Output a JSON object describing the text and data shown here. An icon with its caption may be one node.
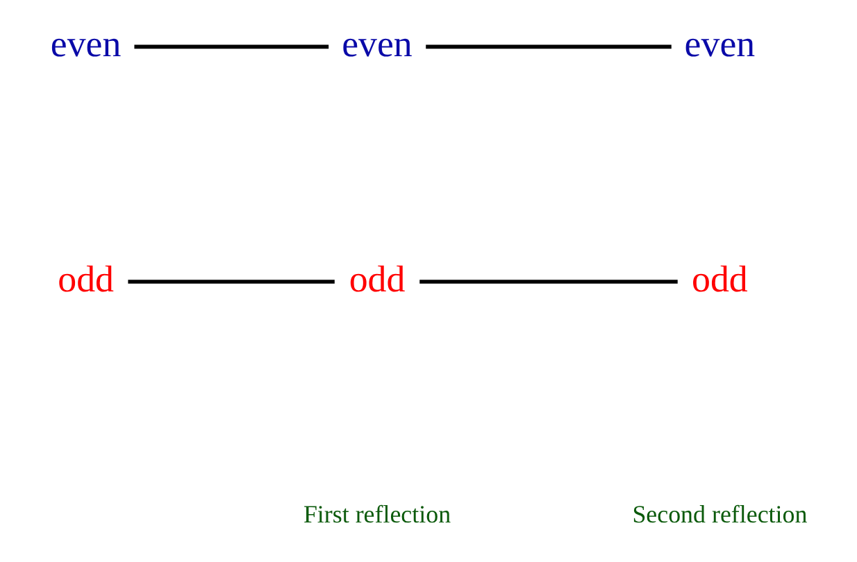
{
  "diagram": {
    "nodes": [
      {
        "text": [
          "even"
        ]
      },
      {
        "text": [
          "even"
        ]
      },
      {
        "text": [
          "even"
        ]
      },
      {
        "text": [
          "odd"
        ]
      },
      {
        "text": [
          "odd"
        ]
      },
      {
        "text": [
          "odd"
        ]
      }
    ],
    "edges": [
      {
        "from": 0,
        "to": 1,
        "arrow": "none"
      },
      {
        "from": 1,
        "to": 2,
        "arrow": "none"
      },
      {
        "from": 3,
        "to": 4,
        "arrow": "none"
      },
      {
        "from": 4,
        "to": 5,
        "arrow": "none"
      }
    ],
    "labels": [
      "First reflection",
      "Second reflection"
    ]
  }
}
